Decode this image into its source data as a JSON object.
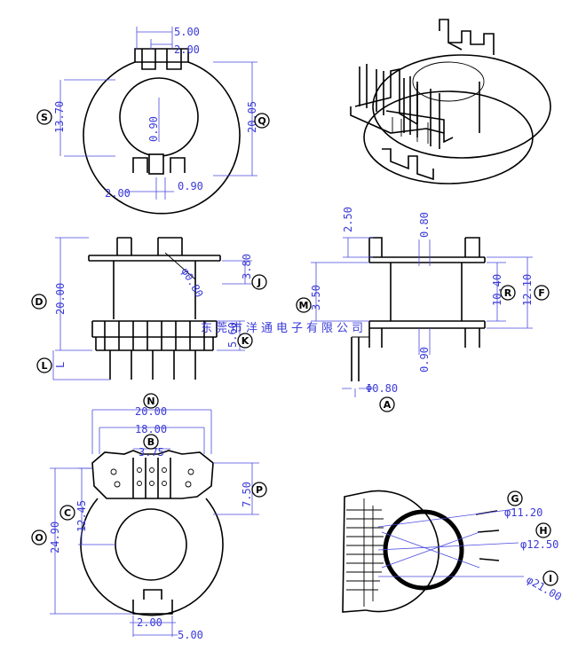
{
  "views": {
    "top": {
      "dims": {
        "slot_width": "5.00",
        "slot_gap_top": "2.00",
        "height_s": "13.70",
        "center": "0.90",
        "height_q": "20.05",
        "slot_gap_bottom": "2.00",
        "bottom_small": "0.90"
      },
      "callouts": {
        "s": "S",
        "q": "Q"
      }
    },
    "front": {
      "dims": {
        "height": "20.00",
        "phi": "φ0.80",
        "flange": "3.80",
        "pin_k": "5.60",
        "pin_l": "L"
      },
      "callouts": {
        "d": "D",
        "j": "J",
        "k": "K",
        "l": "L"
      }
    },
    "side": {
      "dims": {
        "top": "2.50",
        "pitch": "0.80",
        "m": "3.50",
        "r": "10.40",
        "f": "12.10",
        "bottom": "0.90",
        "phi": "Φ0.80"
      },
      "callouts": {
        "m": "M",
        "r": "R",
        "f": "F",
        "a": "A"
      }
    },
    "bottom": {
      "dims": {
        "width_n": "20.00",
        "width_b": "18.00",
        "pitch": "3.75",
        "p": "7.50",
        "c": "12.45",
        "o": "24.90",
        "slot": "2.00",
        "slot_w": "5.00"
      },
      "callouts": {
        "n": "N",
        "b": "B",
        "p": "P",
        "c": "C",
        "o": "O"
      }
    },
    "detail": {
      "dims": {
        "g": "φ11.20",
        "h": "φ12.50",
        "i": "φ21.00"
      },
      "callouts": {
        "g": "G",
        "h": "H",
        "i": "I"
      }
    }
  },
  "watermark": "东莞市洋通电子有限公司",
  "colors": {
    "dimension": "#3a3ad8",
    "line": "#000000"
  }
}
